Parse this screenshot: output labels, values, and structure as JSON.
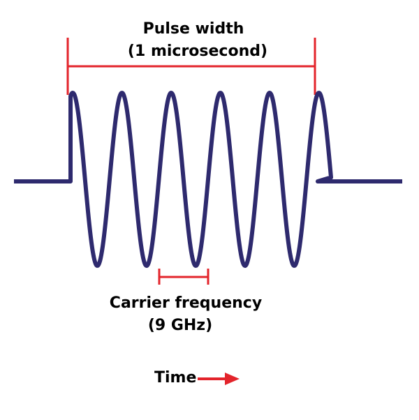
{
  "labels": {
    "pulse_width_title": "Pulse width",
    "pulse_width_value": "(1 microsecond)",
    "carrier_title": "Carrier frequency",
    "carrier_value": "(9 GHz)",
    "time_label": "Time"
  },
  "colors": {
    "waveform": "#2e2a6e",
    "annotation": "#e3242b",
    "text": "#000000",
    "background": "#ffffff"
  },
  "waveform": {
    "cycles": 5
  }
}
